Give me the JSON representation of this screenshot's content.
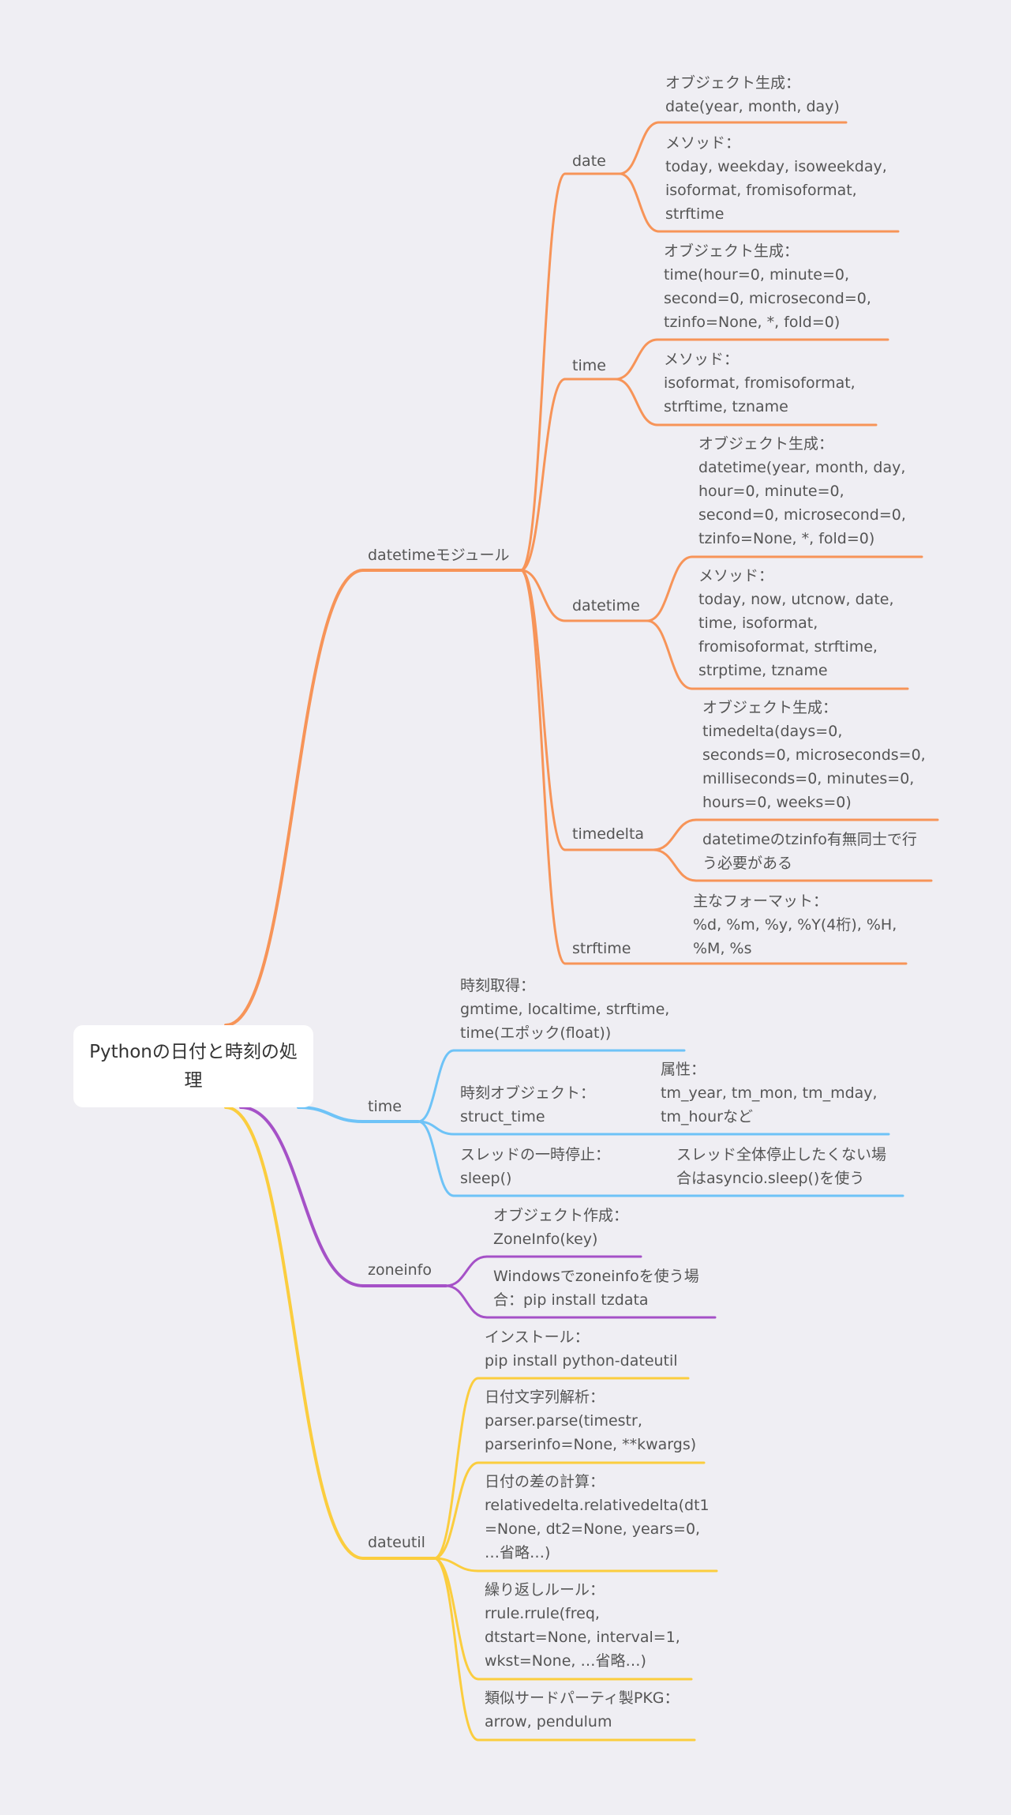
{
  "root": {
    "label": "Pythonの日付と時刻の処理"
  },
  "colors": {
    "datetime_module": "#f79458",
    "time_module": "#6ec3f7",
    "zoneinfo": "#a551c7",
    "dateutil": "#fbcd3e",
    "background": "#efeef3",
    "root_box": "#ffffff",
    "text": "#555555"
  },
  "branches": {
    "datetime_module": {
      "label": "datetimeモジュール",
      "date": {
        "label": "date",
        "items": [
          "オブジェクト生成：\ndate(year, month, day)",
          "メソッド：\ntoday, weekday, isoweekday,\nisoformat, fromisoformat,\nstrftime"
        ]
      },
      "time": {
        "label": "time",
        "items": [
          "オブジェクト生成：\ntime(hour=0, minute=0,\nsecond=0, microsecond=0,\ntzinfo=None, *, fold=0)",
          "メソッド：\nisoformat, fromisoformat,\nstrftime, tzname"
        ]
      },
      "datetime": {
        "label": "datetime",
        "items": [
          "オブジェクト生成：\ndatetime(year, month, day,\nhour=0, minute=0,\nsecond=0, microsecond=0,\ntzinfo=None, *, fold=0)",
          "メソッド：\ntoday, now, utcnow, date,\ntime, isoformat,\nfromisoformat, strftime,\nstrptime, tzname"
        ]
      },
      "timedelta": {
        "label": "timedelta",
        "items": [
          "オブジェクト生成：\ntimedelta(days=0,\nseconds=0, microseconds=0,\nmilliseconds=0, minutes=0,\nhours=0, weeks=0)",
          "datetimeのtzinfo有無同士で行\nう必要がある"
        ]
      },
      "strftime": {
        "label": "strftime",
        "items": [
          "主なフォーマット：\n%d, %m, %y, %Y(4桁), %H,\n%M, %s"
        ]
      }
    },
    "time_module": {
      "label": "time",
      "acquire": "時刻取得：\ngmtime, localtime, strftime,\ntime(エポック(float))",
      "struct": {
        "label": "時刻オブジェクト：\nstruct_time",
        "detail": "属性：\ntm_year, tm_mon, tm_mday,\ntm_hourなど"
      },
      "sleep": {
        "label": "スレッドの一時停止：\nsleep()",
        "detail": "スレッド全体停止したくない場\n合はasyncio.sleep()を使う"
      }
    },
    "zoneinfo": {
      "label": "zoneinfo",
      "items": [
        "オブジェクト作成：\nZoneInfo(key)",
        "Windowsでzoneinfoを使う場\n合：pip install tzdata"
      ]
    },
    "dateutil": {
      "label": "dateutil",
      "items": [
        "インストール：\npip install python-dateutil",
        "日付文字列解析：\nparser.parse(timestr,\nparserinfo=None, **kwargs)",
        "日付の差の計算：\nrelativedelta.relativedelta(dt1\n=None, dt2=None, years=0,\n…省略…)",
        "繰り返しルール：\nrrule.rrule(freq,\ndtstart=None, interval=1,\nwkst=None, …省略…)",
        "類似サードパーティ製PKG：\narrow, pendulum"
      ]
    }
  }
}
